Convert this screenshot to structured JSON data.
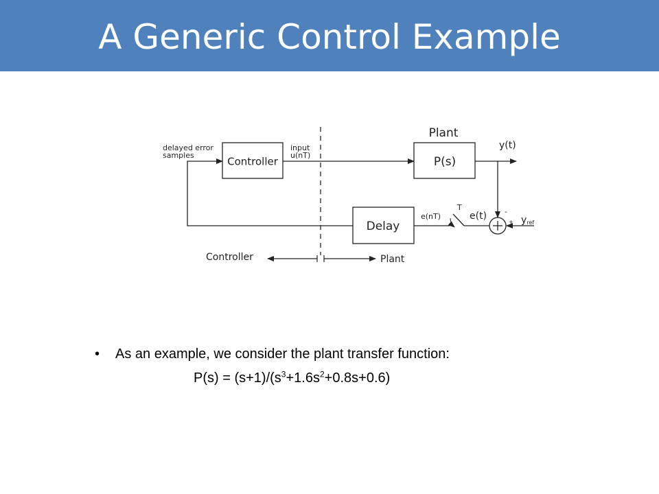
{
  "slide": {
    "title": "A Generic Control Example"
  },
  "diagram": {
    "plant_heading": "Plant",
    "controller_block": "Controller",
    "plant_block": "P(s)",
    "delay_block": "Delay",
    "labels": {
      "delayed_error_line1": "delayed error",
      "delayed_error_line2": "samples",
      "input_line1": "input",
      "input_line2": "u(nT)",
      "output": "y(t)",
      "error_sampled": "e(nT)",
      "error": "e(t)",
      "sampler": "T",
      "reference": "y",
      "reference_sub": "ref",
      "minus_sign": "-",
      "plus_sign": "+"
    },
    "domain_split": {
      "controller": "Controller",
      "plant": "Plant"
    }
  },
  "bullets": [
    {
      "marker": "•",
      "text": "As an example, we consider the plant transfer function:"
    }
  ],
  "formula": {
    "lhs": "P(s) = (s+1)/(s",
    "exp1": "3",
    "mid": "+1.6s",
    "exp2": "2",
    "rhs": "+0.8s+0.6)"
  }
}
